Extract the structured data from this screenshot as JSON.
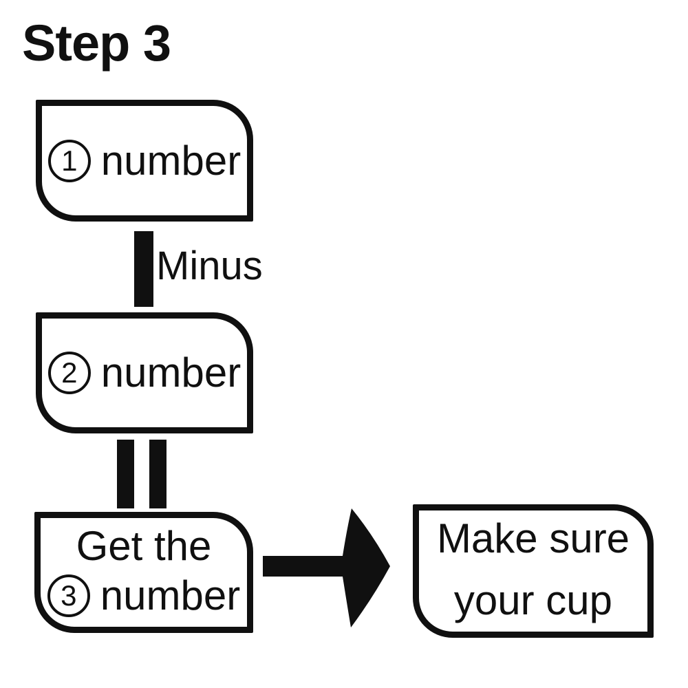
{
  "title": "Step 3",
  "flow": {
    "box1": {
      "circle": "1",
      "label": "number"
    },
    "connector1": {
      "icon": "minus-bar-icon",
      "label": "Minus"
    },
    "box2": {
      "circle": "2",
      "label": "number"
    },
    "connector2": {
      "icon": "equals-bars-icon"
    },
    "box3": {
      "line1": "Get the",
      "circle": "3",
      "label": "number"
    },
    "arrow": {
      "icon": "arrow-right-icon"
    },
    "box4": {
      "line1": "Make sure",
      "line2": "your cup"
    }
  },
  "colors": {
    "ink": "#101010",
    "background": "#ffffff"
  }
}
